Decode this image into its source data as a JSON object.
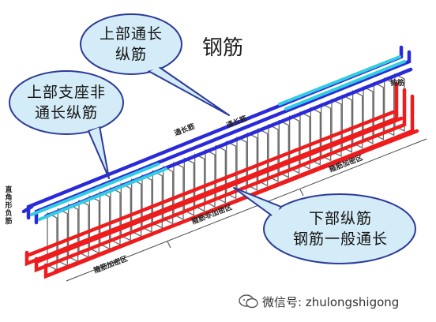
{
  "title": "钢筋",
  "callouts": {
    "top_continuous": {
      "line1": "上部通长",
      "line2": "纵筋"
    },
    "top_support": {
      "line1": "上部支座非",
      "line2": "通长纵筋"
    },
    "bottom": {
      "line1": "下部纵筋",
      "line2": "钢筋一般通长"
    }
  },
  "labels": {
    "tong_chang_jin_1": "通长筋",
    "tong_chang_jin_2": "通长筋",
    "zhi_jiao_fu_jin": "直角形负筋",
    "gu_jin_jia_mi_qu_left": "箍筋加密区",
    "gu_jin_fei_jia_mi_qu": "箍筋非加密区",
    "gu_jin_jia_mi_qu_right": "箍筋加密区",
    "gou_jin": "钩筋"
  },
  "watermark": {
    "text": "微信号: zhulongshigong",
    "icon": "wechat-icon"
  },
  "colors": {
    "top_bar": "#2a2ad8",
    "top_support_bar": "#33cce0",
    "bottom_bar": "#ee1c1c",
    "callout_fill": "#d4ecf7",
    "callout_stroke": "#2a3a9a"
  }
}
